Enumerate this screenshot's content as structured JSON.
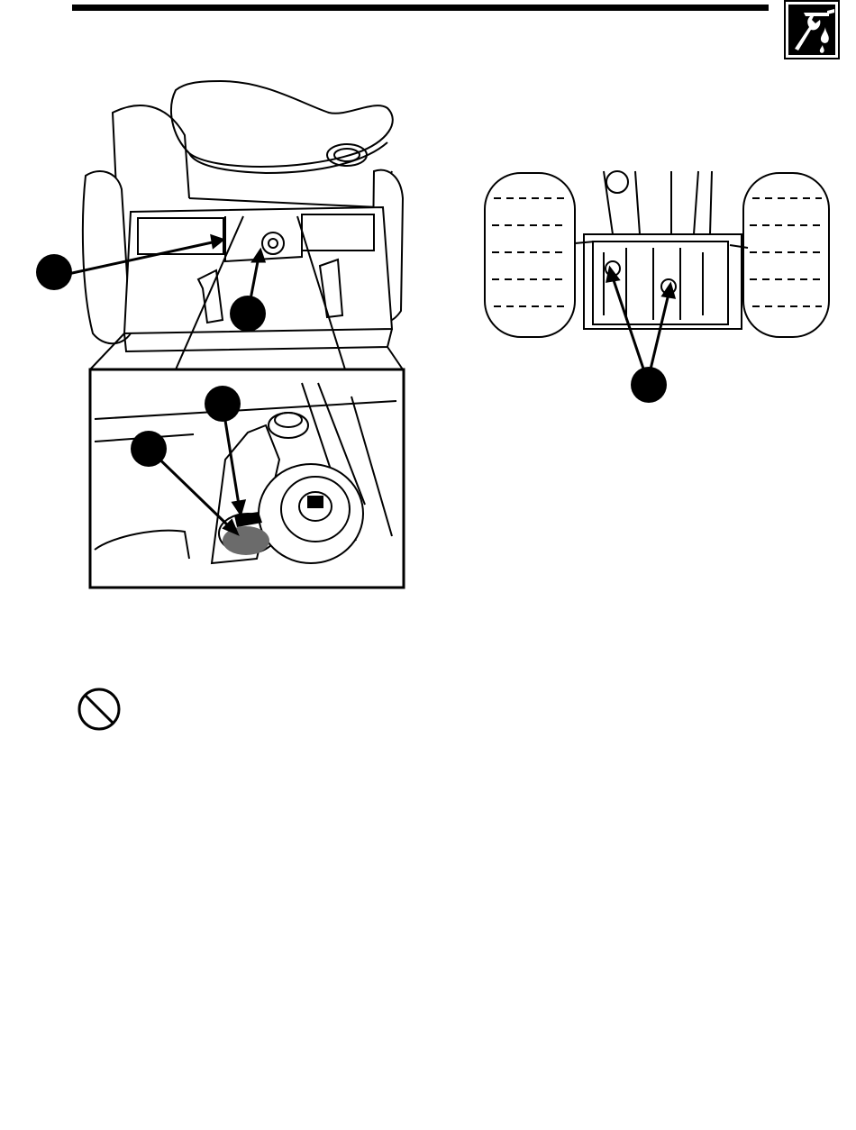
{
  "page": {
    "header_rule": "present",
    "section_icon": "maintenance-wrench-oil-icon"
  },
  "figures": [
    {
      "id": "left",
      "subject": "rear-of-tractor-with-pulley-inset",
      "callouts": 4
    },
    {
      "id": "right",
      "subject": "underside-transmission-view",
      "callouts": 1
    }
  ],
  "symbols": [
    {
      "name": "prohibition-icon"
    }
  ],
  "colors": {
    "ink": "#000000",
    "paper": "#ffffff",
    "fill_gray": "#6b6b6b"
  }
}
